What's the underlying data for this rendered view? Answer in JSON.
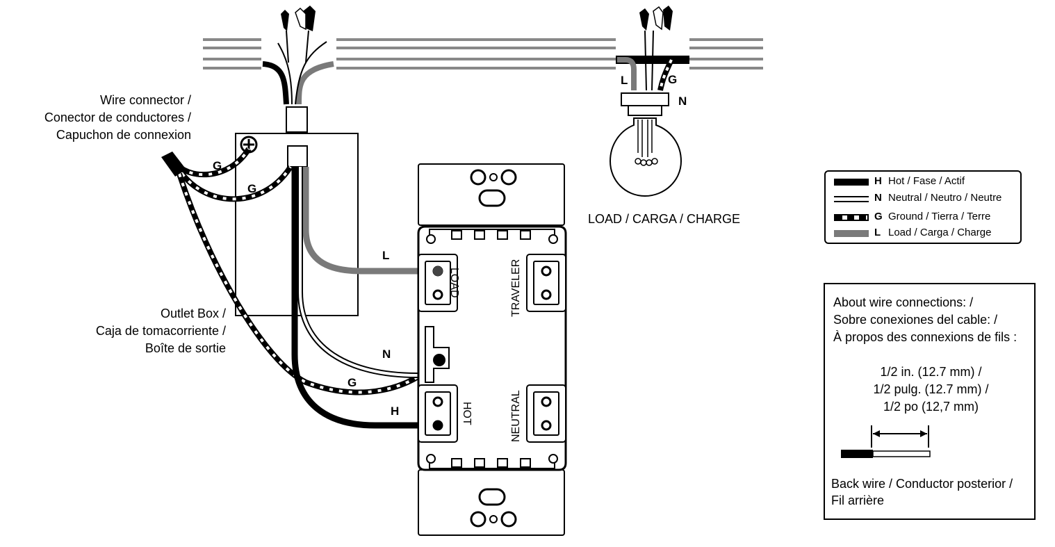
{
  "labels": {
    "wire_connector": [
      "Wire connector /",
      "Conector de conductores /",
      "Capuchon de connexion"
    ],
    "outlet_box": [
      "Outlet Box /",
      "Caja de tomacorriente /",
      "Boîte de sortie"
    ],
    "load_carga": "LOAD / CARGA / CHARGE"
  },
  "wire_labels": {
    "g1": "G",
    "g2": "G",
    "g3": "G",
    "l_switch": "L",
    "n_switch": "N",
    "h_switch": "H",
    "l_lamp": "L",
    "g_lamp": "G",
    "n_lamp": "N"
  },
  "terminals": {
    "load": "LOAD",
    "traveler": "TRAVELER",
    "hot": "HOT",
    "neutral": "NEUTRAL"
  },
  "legend": [
    {
      "code": "H",
      "text": "Hot / Fase / Actif",
      "style": "hot",
      "color": "#000000"
    },
    {
      "code": "N",
      "text": "Neutral / Neutro / Neutre",
      "style": "neutral",
      "color": "#ffffff"
    },
    {
      "code": "G",
      "text": "Ground / Tierra / Terre",
      "style": "ground",
      "color": "#000000"
    },
    {
      "code": "L",
      "text": "Load / Carga / Charge",
      "style": "load",
      "color": "#7a7a7a"
    }
  ],
  "about": {
    "title": [
      "About wire connections: /",
      "Sobre conexiones del cable: /",
      "À propos des connexions de fils :"
    ],
    "measure": [
      "1/2 in. (12.7 mm) /",
      "1/2 pulg. (12.7 mm) /",
      "1/2 po (12,7 mm)"
    ],
    "back_wire": [
      "Back wire / Conductor posterior /",
      "Fil arrière"
    ]
  }
}
